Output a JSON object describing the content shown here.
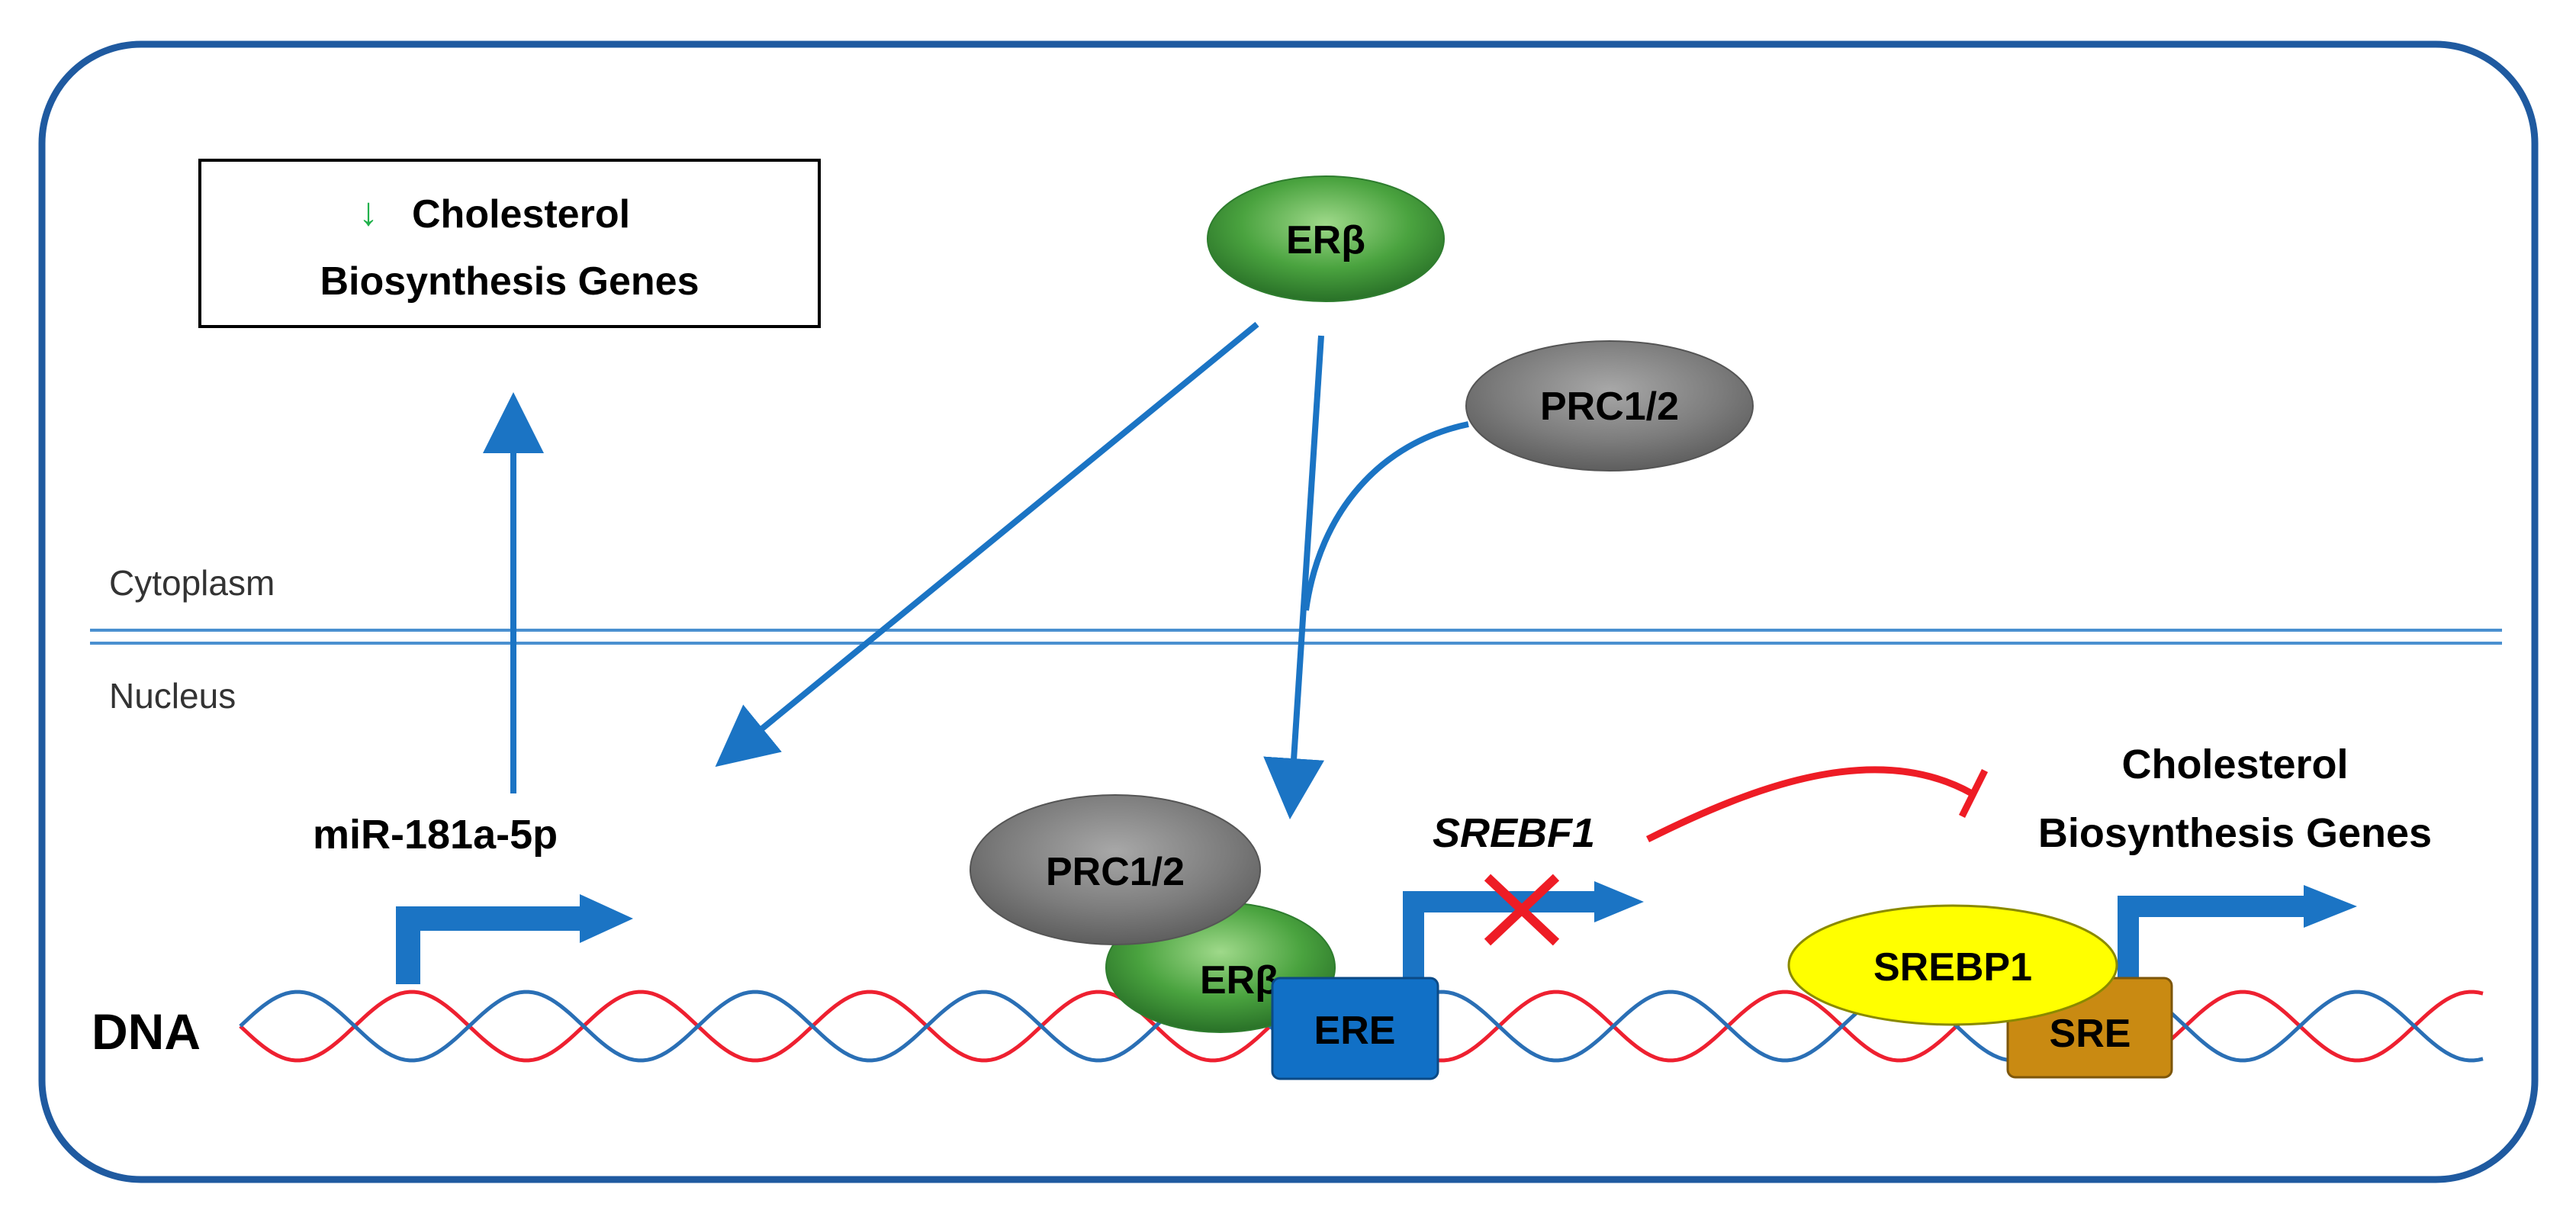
{
  "colors": {
    "frame": "#1f5aa0",
    "arrow_blue": "#1b74c4",
    "inhibit_red": "#ee1c25",
    "er_beta_green": "#3c9a3c",
    "prc_gray": "#808080",
    "srebp1_yellow": "#ffff00",
    "ere_blue": "#1170c6",
    "sre_orange": "#c98a12",
    "dna_red": "#ee2030",
    "dna_blue": "#2a6fb5",
    "down_arrow_green": "#22b14c"
  },
  "icons": {
    "down_arrow": "down-arrow-icon",
    "block_x": "x-mark-icon"
  },
  "compartments": {
    "cytoplasm": "Cytoplasm",
    "nucleus": "Nucleus"
  },
  "output_box": {
    "arrow_glyph": "↓",
    "line1": "Cholesterol",
    "line2": "Biosynthesis  Genes"
  },
  "proteins": {
    "er_beta_top": "ERβ",
    "prc_top": "PRC1/2",
    "prc_dna": "PRC1/2",
    "er_beta_dna": "ERβ",
    "srebp1": "SREBP1"
  },
  "elements": {
    "ere": "ERE",
    "sre": "SRE"
  },
  "genes": {
    "mirna": "miR-181a-5p",
    "srebf1": "SREBF1",
    "target_line1": "Cholesterol",
    "target_line2": "Biosynthesis  Genes"
  },
  "dna_label": "DNA"
}
